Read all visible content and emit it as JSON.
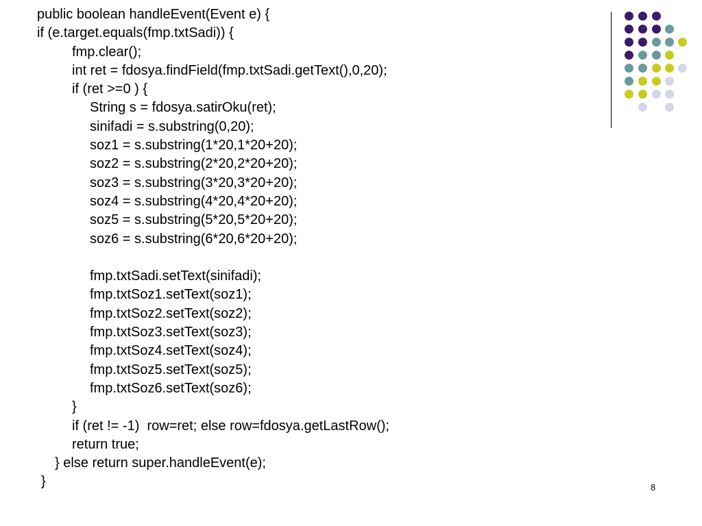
{
  "code_lines": [
    "public boolean handleEvent(Event e) {",
    "if (e.target.equals(fmp.txtSadi)) {",
    "fmp.clear();",
    "int ret = fdosya.findField(fmp.txtSadi.getText(),0,20);",
    "if (ret >=0 ) {",
    "String s = fdosya.satirOku(ret);",
    "sinifadi = s.substring(0,20);",
    "soz1 = s.substring(1*20,1*20+20);",
    "soz2 = s.substring(2*20,2*20+20);",
    "soz3 = s.substring(3*20,3*20+20);",
    "soz4 = s.substring(4*20,4*20+20);",
    "soz5 = s.substring(5*20,5*20+20);",
    "soz6 = s.substring(6*20,6*20+20);",
    "",
    "fmp.txtSadi.setText(sinifadi);",
    "fmp.txtSoz1.setText(soz1);",
    "fmp.txtSoz2.setText(soz2);",
    "fmp.txtSoz3.setText(soz3);",
    "fmp.txtSoz4.setText(soz4);",
    "fmp.txtSoz5.setText(soz5);",
    "fmp.txtSoz6.setText(soz6);",
    "}",
    "if (ret != -1)  row=ret; else row=fdosya.getLastRow();",
    "return true;",
    "} else return super.handleEvent(e);",
    "}"
  ],
  "page_number": "8",
  "colors": {
    "purple": "#3b1a6a",
    "teal": "#6b9a9c",
    "yellow": "#c9cc1e",
    "lavender": "#d6d6ea"
  }
}
